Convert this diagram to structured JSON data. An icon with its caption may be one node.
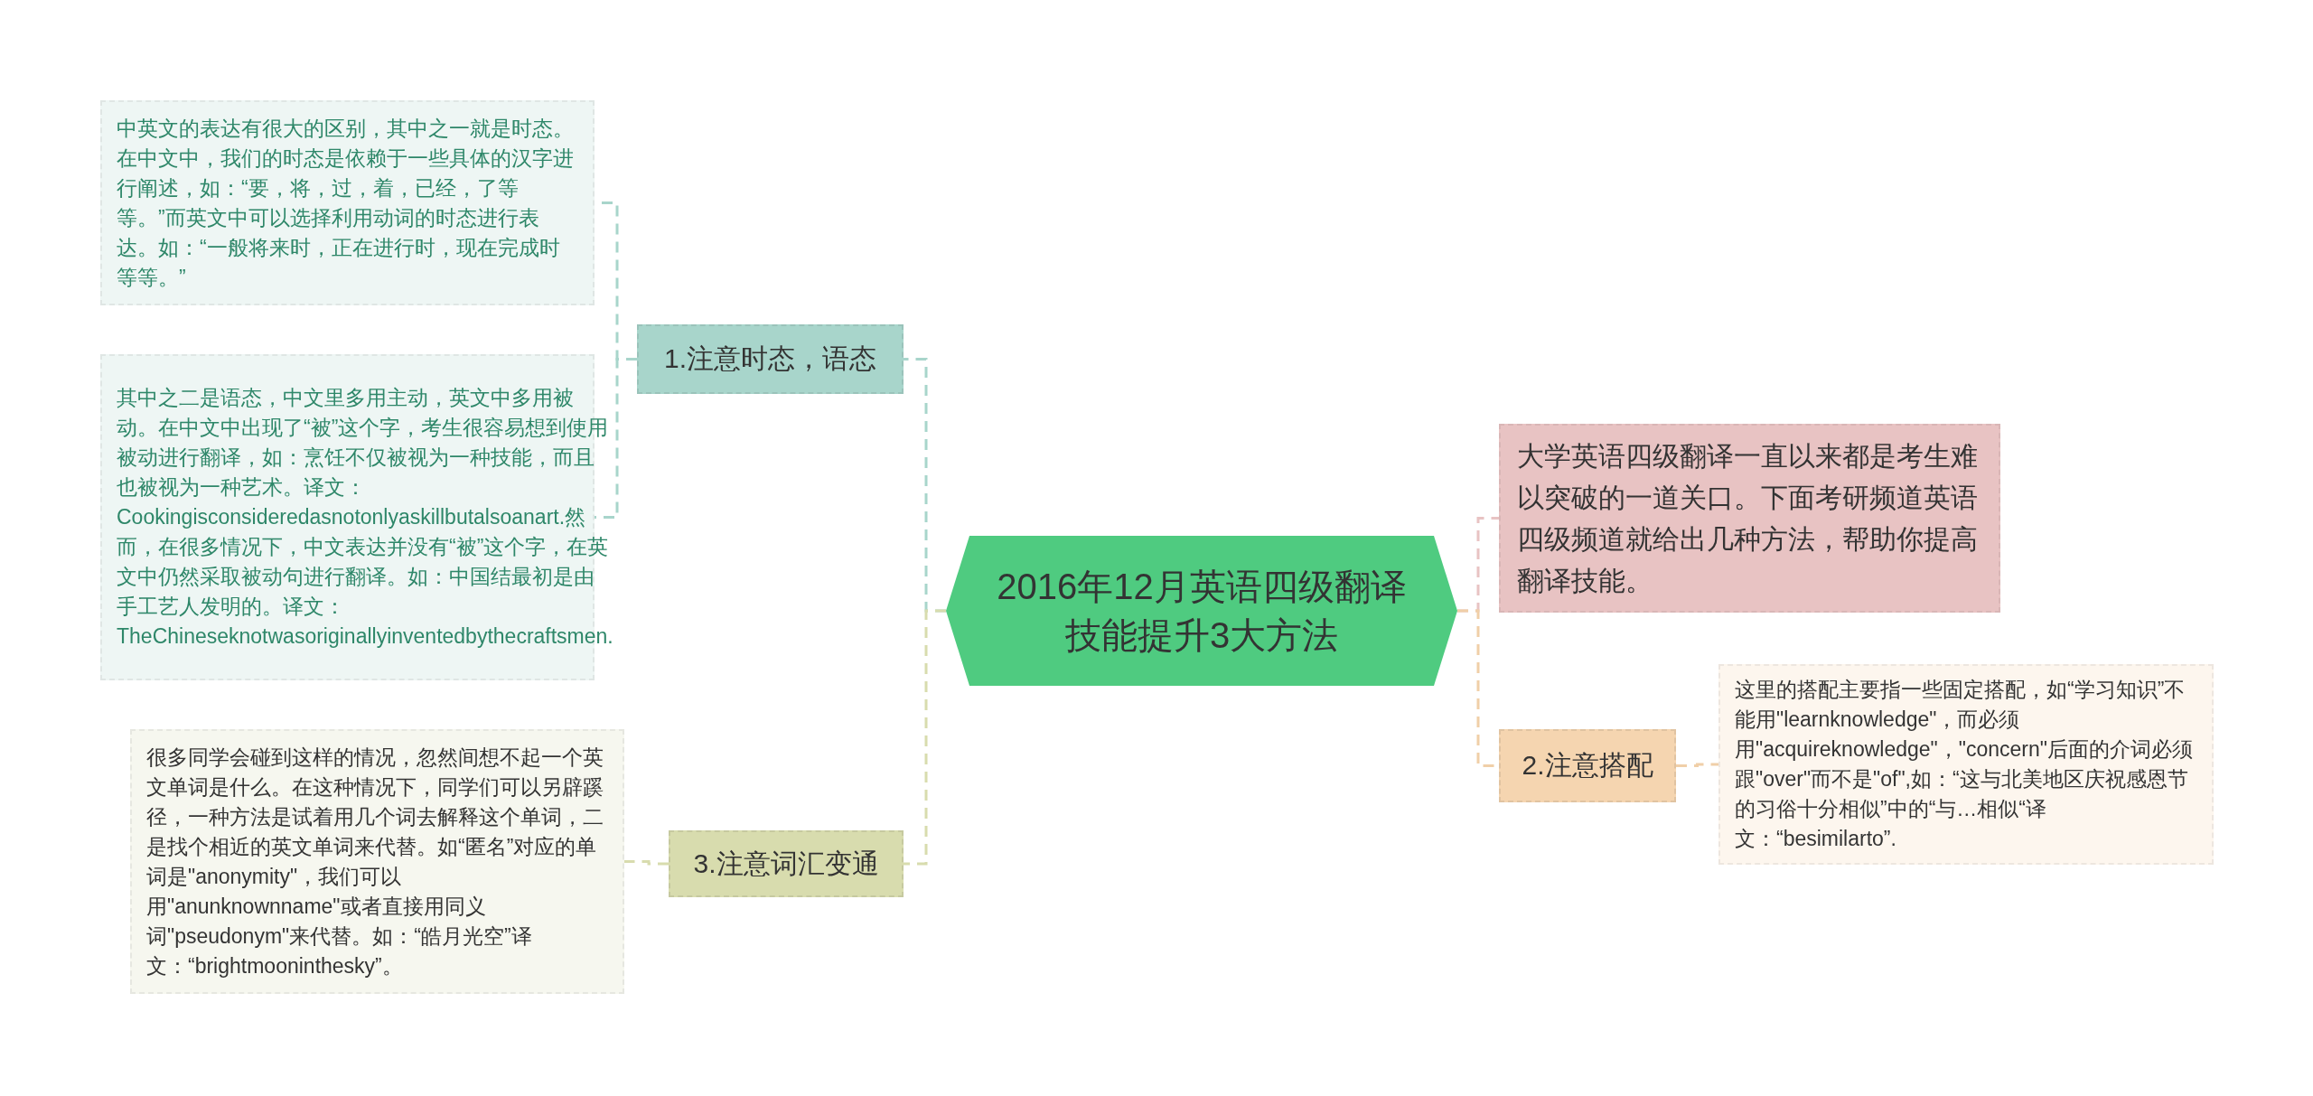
{
  "diagram": {
    "nodes": [
      {
        "text": [
          "2016年12月英语四级翻译技能提升3大方法"
        ]
      },
      {
        "text": [
          "1.注意时态，语态"
        ]
      },
      {
        "text": [
          "中英文的表达有很大的区别，其中之一就是时态。在中文中，我们的时态是依赖于一些具体的汉字进行阐述，如：“要，将，过，着，已经，了等等。”而英文中可以选择利用动词的时态进行表达。如：“一般将来时，正在进行时，现在完成时等等。”"
        ]
      },
      {
        "text": [
          "其中之二是语态，中文里多用主动，英文中多用被动。在中文中出现了“被”这个字，考生很容易想到使用被动进行翻译，如：烹饪不仅被视为一种技能，而且也被视为一种艺术。译文：Cookingisconsideredasnotonlyaskillbutalsoanart.然而，在很多情况下，中文表达并没有“被”这个字，在英文中仍然采取被动句进行翻译。如：中国结最初是由手工艺人发明的。译文：TheChineseknotwasoriginallyinventedbythecraftsmen."
        ]
      },
      {
        "text": [
          "3.注意词汇变通"
        ]
      },
      {
        "text": [
          "很多同学会碰到这样的情况，忽然间想不起一个英文单词是什么。在这种情况下，同学们可以另辟蹊径，一种方法是试着用几个词去解释这个单词，二是找个相近的英文单词来代替。如“匿名”对应的单词是\"anonymity\"，我们可以用\"anunknownname\"或者直接用同义词\"pseudonym\"来代替。如：“皓月光空”译文：“brightmooninthesky”。"
        ]
      },
      {
        "text": [
          "大学英语四级翻译一直以来都是考生难以突破的一道关口。下面考研频道英语四级频道就给出几种方法，帮助你提高翻译技能。"
        ]
      },
      {
        "text": [
          "2.注意搭配"
        ]
      },
      {
        "text": [
          "这里的搭配主要指一些固定搭配，如“学习知识”不能用\"learnknowledge\"，而必须用\"acquireknowledge\"，\"concern\"后面的介词必须跟\"over\"而不是\"of\",如：“这与北美地区庆祝感恩节的习俗十分相似”中的“与…相似“译文：“besimilarto”."
        ]
      }
    ],
    "edges": [
      {
        "from": 0,
        "to": 1,
        "arrow": "none",
        "style": "dashed",
        "color": "#a8d5cb"
      },
      {
        "from": 1,
        "to": 2,
        "arrow": "none",
        "style": "dashed",
        "color": "#a8d5cb"
      },
      {
        "from": 1,
        "to": 3,
        "arrow": "none",
        "style": "dashed",
        "color": "#a8d5cb"
      },
      {
        "from": 0,
        "to": 4,
        "arrow": "none",
        "style": "dashed",
        "color": "#d8dcae"
      },
      {
        "from": 4,
        "to": 5,
        "arrow": "none",
        "style": "dashed",
        "color": "#d8dcae"
      },
      {
        "from": 0,
        "to": 6,
        "arrow": "none",
        "style": "dashed",
        "color": "#e8c3c3"
      },
      {
        "from": 0,
        "to": 7,
        "arrow": "none",
        "style": "dashed",
        "color": "#f0cfa8"
      },
      {
        "from": 7,
        "to": 8,
        "arrow": "none",
        "style": "dashed",
        "color": "#f0cfa8"
      }
    ]
  }
}
